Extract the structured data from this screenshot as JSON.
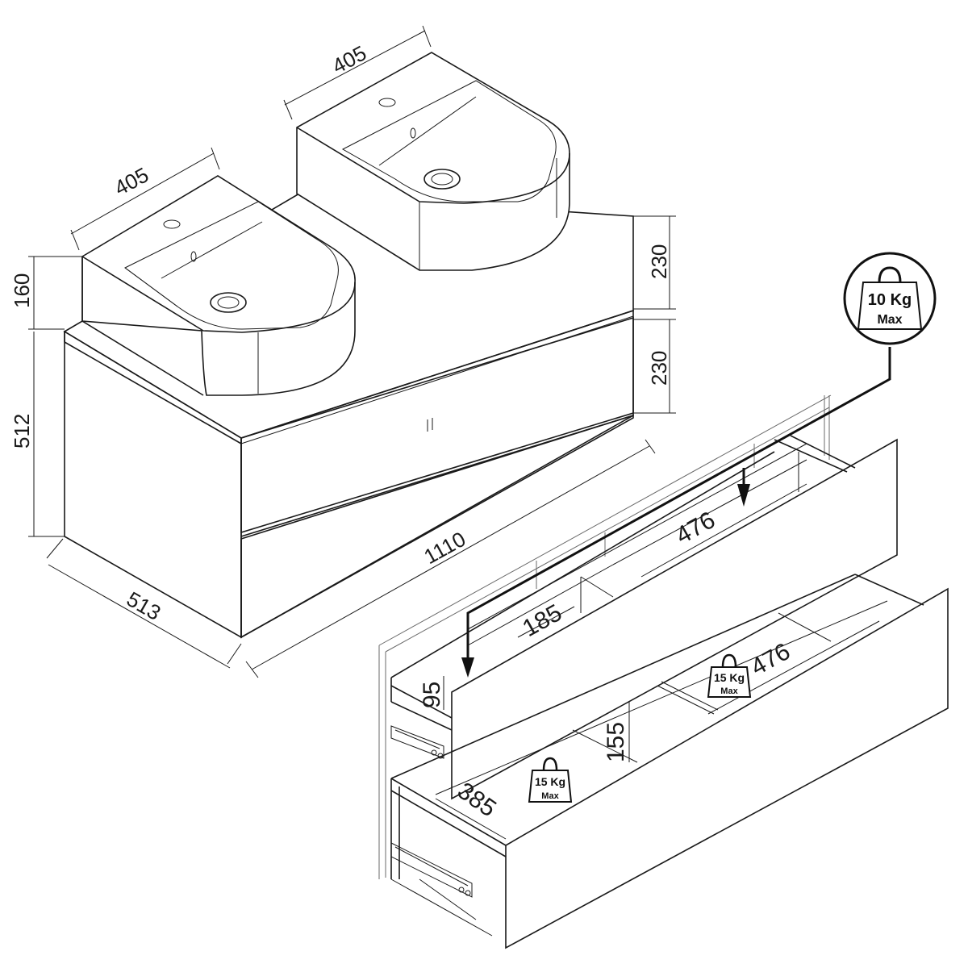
{
  "dimensions": {
    "basin_left_width": "405",
    "basin_right_width": "405",
    "basin_height": "160",
    "cabinet_height": "512",
    "cabinet_depth": "513",
    "cabinet_width": "1110",
    "drawer_front_upper": "230",
    "drawer_front_lower": "230",
    "upper_drawer_inner_width": "476",
    "upper_drawer_inner_depth": "185",
    "upper_drawer_inner_height": "95",
    "lower_drawer_inner_width": "476",
    "lower_drawer_inner_height": "155",
    "lower_drawer_inner_depth": "385"
  },
  "weights": {
    "upper": {
      "value": "10 Kg",
      "label": "Max"
    },
    "lower_left": {
      "value": "15 Kg",
      "label": "Max"
    },
    "lower_right": {
      "value": "15 Kg",
      "label": "Max"
    }
  },
  "colors": {
    "line": "#1a1a1a",
    "background": "#ffffff"
  }
}
